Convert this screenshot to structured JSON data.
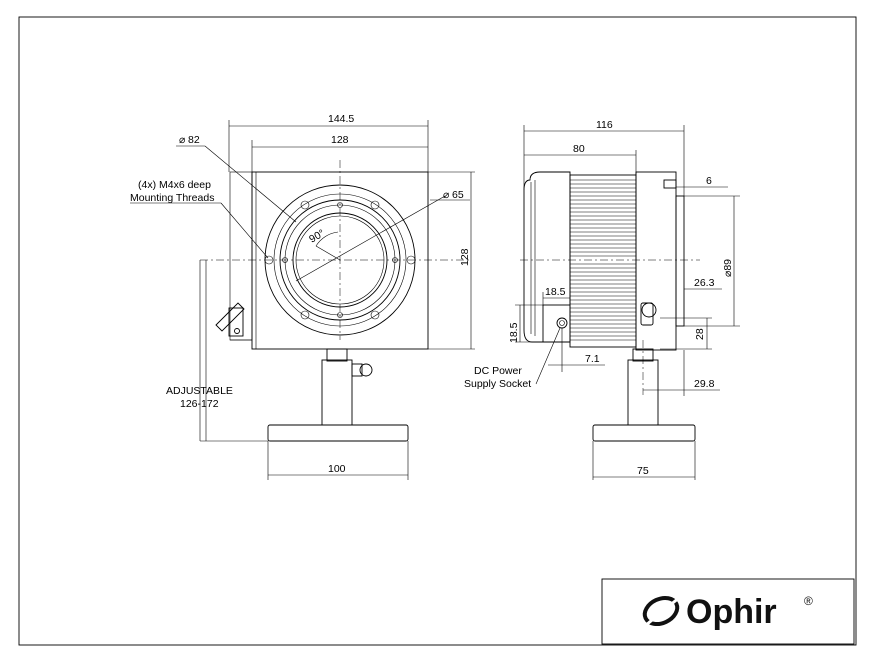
{
  "dims": {
    "w_144_5": "144.5",
    "w_128_top": "128",
    "d_82": "82",
    "mount_line1": "(4x) M4x6 deep",
    "mount_line2": "Mounting Threads",
    "d_65": "65",
    "angle_90": "90°",
    "h_128": "128",
    "adjustable_1": "ADJUSTABLE",
    "adjustable_2": "126-172",
    "base_100": "100",
    "w_116": "116",
    "w_80": "80",
    "w_6": "6",
    "d_89": "89",
    "w_26_3": "26.3",
    "w_18_5_h": "18.5",
    "h_18_5_v": "18.5",
    "h_28": "28",
    "w_7_1": "7.1",
    "w_29_8": "29.8",
    "dc_line1": "DC Power",
    "dc_line2": "Supply Socket",
    "base_75": "75",
    "dia_symbol": "⌀"
  },
  "logo": {
    "brand": "Ophir",
    "reg": "®"
  }
}
